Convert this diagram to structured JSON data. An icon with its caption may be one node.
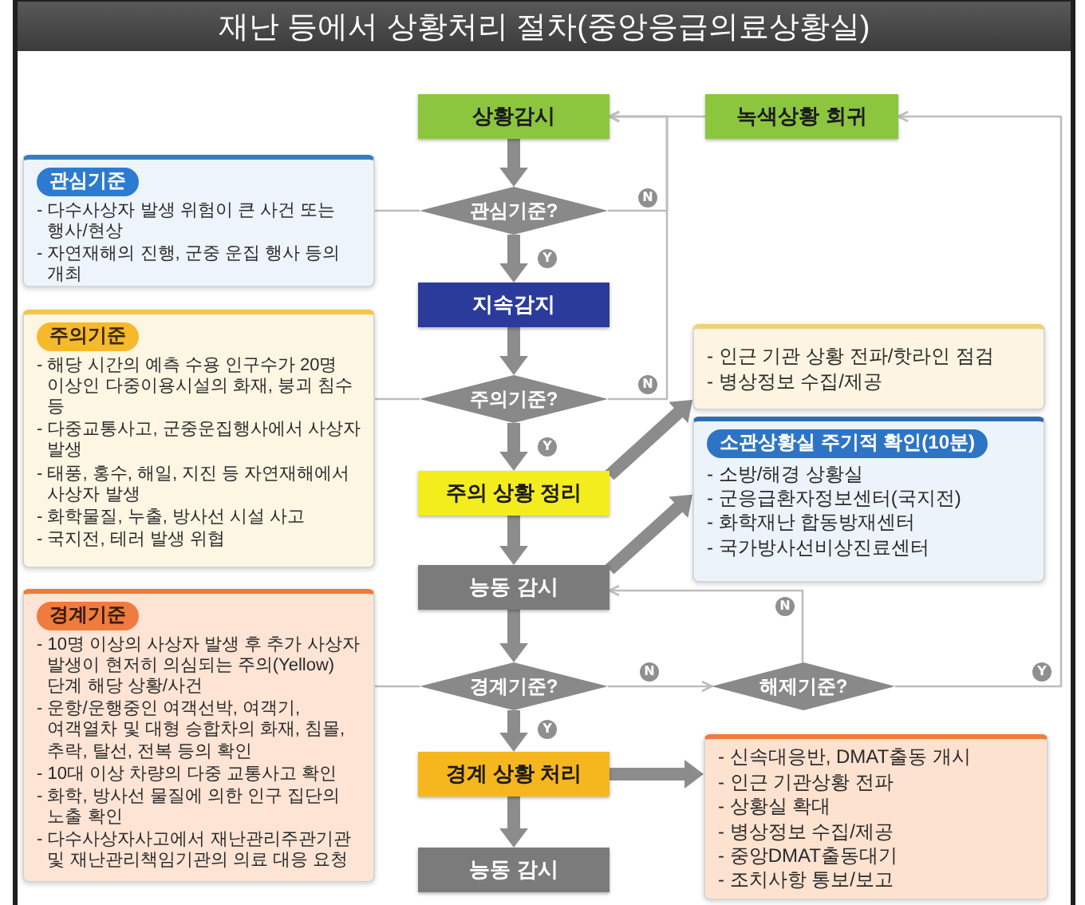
{
  "diagram": {
    "title": "재난 등에서 상황처리 절차(중앙응급의료상황실)",
    "nodes": [
      {
        "text": [
          "상황감시"
        ]
      },
      {
        "text": [
          "녹색상황 회귀"
        ]
      },
      {
        "text": [
          "관심기준",
          "- 다수사상자 발생 위험이 큰 사건 또는 행사/현상",
          "- 자연재해의 진행, 군중 운집 행사 등의 개최"
        ]
      },
      {
        "text": [
          "관심기준?"
        ]
      },
      {
        "text": [
          "지속감지"
        ]
      },
      {
        "text": [
          "주의기준",
          "- 해당 시간의 예측 수용 인구수가 20명 이상인 다중이용시설의 화재, 붕괴 침수 등",
          "- 다중교통사고, 군중운집행사에서 사상자 발생",
          "- 태풍, 홍수, 해일, 지진 등 자연재해에서 사상자 발생",
          "- 화학물질, 누출, 방사선 시설 사고",
          "- 국지전, 테러 발생 위협"
        ]
      },
      {
        "text": [
          "- 인근 기관 상황 전파/핫라인 점검",
          "- 병상정보 수집/제공"
        ]
      },
      {
        "text": [
          "주의기준?"
        ]
      },
      {
        "text": [
          "주의 상황 정리"
        ]
      },
      {
        "text": [
          "소관상황실 주기적 확인(10분)",
          "- 소방/해경 상황실",
          "- 군응급환자정보센터(국지전)",
          "- 화학재난 합동방재센터",
          "- 국가방사선비상진료센터"
        ]
      },
      {
        "text": [
          "능동 감시"
        ]
      },
      {
        "text": [
          "경계기준",
          "- 10명 이상의 사상자 발생 후 추가 사상자 발생이 현저히 의심되는 주의(Yellow) 단계 해당 상황/사건",
          "- 운항/운행중인 여객선박, 여객기, 여객열차 및 대형 승합차의 화재, 침몰, 추락, 탈선, 전복 등의 확인",
          "- 10대 이상 차량의 다중 교통사고 확인",
          "- 화학, 방사선 물질에 의한 인구 집단의 노출 확인",
          "- 다수사상자사고에서 재난관리주관기관 및 재난관리책임기관의 의료 대응 요청"
        ]
      },
      {
        "text": [
          "경계기준?"
        ]
      },
      {
        "text": [
          "해제기준?"
        ]
      },
      {
        "text": [
          "경계 상황 처리"
        ]
      },
      {
        "text": [
          "- 신속대응반, DMAT출동 개시",
          "- 인근 기관상황 전파",
          "- 상황실 확대",
          "- 병상정보 수집/제공",
          "- 중앙DMAT출동대기",
          "- 조치사항 통보/보고"
        ]
      },
      {
        "text": [
          "능동 감시"
        ]
      }
    ],
    "edges": [
      {
        "from": 0,
        "to": 3,
        "arrow": "to"
      },
      {
        "from": 3,
        "to": 4,
        "arrow": "to",
        "label": "Y"
      },
      {
        "from": 3,
        "to": 0,
        "arrow": "to",
        "label": "N",
        "color": "#bdbdbd"
      },
      {
        "from": 1,
        "to": 0,
        "arrow": "to",
        "color": "#bdbdbd"
      },
      {
        "from": 2,
        "to": 3,
        "arrow": "none",
        "color": "#bdbdbd"
      },
      {
        "from": 4,
        "to": 7,
        "arrow": "to"
      },
      {
        "from": 5,
        "to": 7,
        "arrow": "none",
        "color": "#bdbdbd"
      },
      {
        "from": 7,
        "to": 0,
        "arrow": "to",
        "label": "N",
        "color": "#bdbdbd"
      },
      {
        "from": 7,
        "to": 8,
        "arrow": "to",
        "label": "Y"
      },
      {
        "from": 8,
        "to": 6,
        "arrow": "to"
      },
      {
        "from": 8,
        "to": 10,
        "arrow": "to"
      },
      {
        "from": 10,
        "to": 9,
        "arrow": "to"
      },
      {
        "from": 10,
        "to": 12,
        "arrow": "to"
      },
      {
        "from": 11,
        "to": 12,
        "arrow": "none",
        "color": "#bdbdbd"
      },
      {
        "from": 12,
        "to": 14,
        "arrow": "to",
        "label": "Y"
      },
      {
        "from": 12,
        "to": 13,
        "arrow": "to",
        "label": "N",
        "color": "#bdbdbd"
      },
      {
        "from": 13,
        "to": 10,
        "arrow": "to",
        "label": "N",
        "color": "#bdbdbd"
      },
      {
        "from": 13,
        "to": 1,
        "arrow": "to",
        "label": "Y",
        "color": "#bdbdbd"
      },
      {
        "from": 14,
        "to": 15,
        "arrow": "to"
      },
      {
        "from": 14,
        "to": 16,
        "arrow": "to"
      }
    ]
  }
}
